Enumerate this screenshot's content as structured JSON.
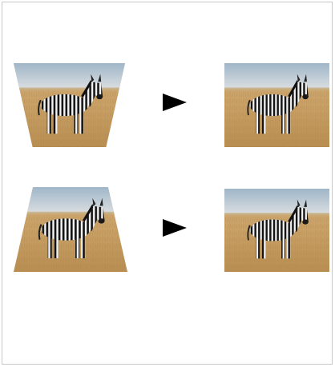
{
  "figure": {
    "rows": [
      {
        "source": {
          "icon": "zebra-photo-trapezoid-wide-top"
        },
        "arrow": {
          "icon": "right-triangle-arrow-icon"
        },
        "result": {
          "icon": "zebra-photo-rectified"
        }
      },
      {
        "source": {
          "icon": "zebra-photo-trapezoid-wide-bottom"
        },
        "arrow": {
          "icon": "right-triangle-arrow-icon"
        },
        "result": {
          "icon": "zebra-photo-rectified"
        }
      }
    ],
    "colors": {
      "sky_top": "#9fb6c8",
      "sky_bottom": "#d8dde0",
      "grass_light": "#d8b27a",
      "grass_dark": "#b88e52",
      "arrow": "#000000",
      "border": "#c8c8c8"
    }
  }
}
